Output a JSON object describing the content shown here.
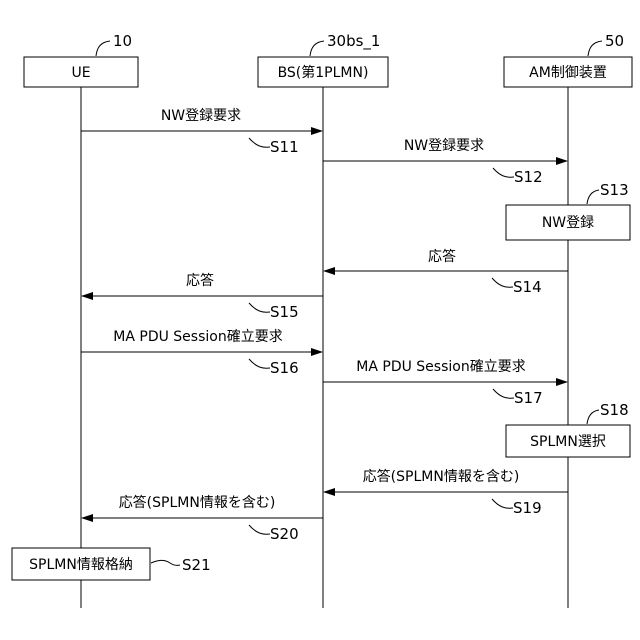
{
  "entities": {
    "ue": {
      "label": "UE",
      "ref": "10"
    },
    "bs": {
      "label": "BS(第1PLMN)",
      "ref": "30bs_1"
    },
    "am": {
      "label": "AM制御装置",
      "ref": "50"
    }
  },
  "messages": {
    "s11": {
      "label": "NW登録要求",
      "step": "S11"
    },
    "s12": {
      "label": "NW登録要求",
      "step": "S12"
    },
    "s14": {
      "label": "応答",
      "step": "S14"
    },
    "s15": {
      "label": "応答",
      "step": "S15"
    },
    "s16": {
      "label": "MA PDU Session確立要求",
      "step": "S16"
    },
    "s17": {
      "label": "MA PDU Session確立要求",
      "step": "S17"
    },
    "s19": {
      "label": "応答(SPLMN情報を含む)",
      "step": "S19"
    },
    "s20": {
      "label": "応答(SPLMN情報を含む)",
      "step": "S20"
    }
  },
  "processes": {
    "s13": {
      "label": "NW登録",
      "step": "S13"
    },
    "s18": {
      "label": "SPLMN選択",
      "step": "S18"
    },
    "s21": {
      "label": "SPLMN情報格納",
      "step": "S21"
    }
  }
}
